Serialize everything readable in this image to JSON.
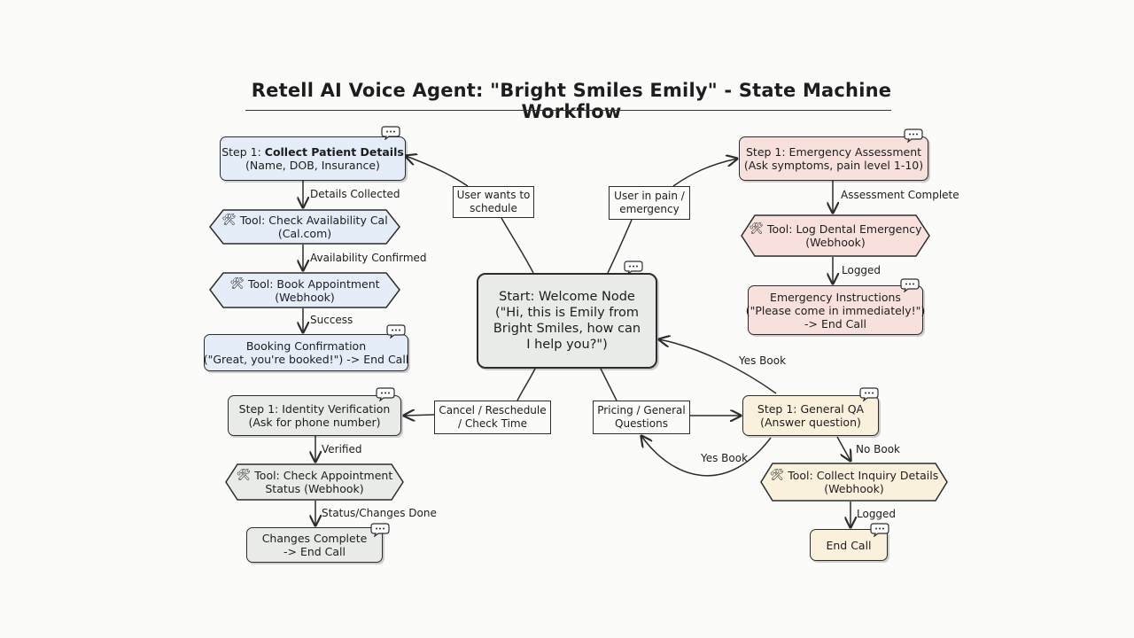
{
  "title": "Retell AI Voice Agent: \"Bright Smiles Emily\" - State Machine Workflow",
  "nodes": {
    "start": {
      "lines": [
        "Start: Welcome Node",
        "(\"Hi, this is Emily from",
        "Bright Smiles, how can",
        "I help you?\")"
      ]
    },
    "collect_patient": {
      "prefix": "Step 1: ",
      "bold": "Collect Patient Details",
      "line2": "(Name, DOB, Insurance)"
    },
    "check_availability": {
      "line1": "Tool: Check Availability Cal",
      "line2": "(Cal.com)"
    },
    "book_appointment": {
      "line1": "Tool: Book Appointment",
      "line2": "(Webhook)"
    },
    "booking_confirmation": {
      "line1": "Booking Confirmation",
      "line2": "(\"Great, you're booked!\") -> End Call"
    },
    "identity_verification": {
      "line1": "Step 1: Identity Verification",
      "line2": "(Ask for phone number)"
    },
    "check_appointment_status": {
      "line1": "Tool: Check Appointment",
      "line2": "Status (Webhook)"
    },
    "changes_complete": {
      "line1": "Changes Complete",
      "line2": "-> End Call"
    },
    "emergency_assessment": {
      "line1": "Step 1: Emergency Assessment",
      "line2": "(Ask symptoms, pain level 1-10)"
    },
    "log_emergency": {
      "line1": "Tool: Log Dental Emergency",
      "line2": "(Webhook)"
    },
    "emergency_instructions": {
      "line1": "Emergency Instructions",
      "line2": "(\"Please come in immediately!\")",
      "line3": "-> End Call"
    },
    "general_qa": {
      "line1": "Step 1: General QA",
      "line2": "(Answer question)"
    },
    "collect_inquiry": {
      "line1": "Tool: Collect Inquiry Details",
      "line2": "(Webhook)"
    },
    "end_call": {
      "line1": "End Call"
    }
  },
  "branch_labels": {
    "schedule": [
      "User wants to",
      "schedule"
    ],
    "emergency": [
      "User in pain /",
      "emergency"
    ],
    "cancel": [
      "Cancel / Reschedule",
      "/ Check Time"
    ],
    "pricing": [
      "Pricing / General",
      "Questions"
    ]
  },
  "edge_labels": {
    "details_collected": "Details Collected",
    "availability_confirmed": "Availability Confirmed",
    "success": "Success",
    "verified": "Verified",
    "status_changes_done": "Status/Changes Done",
    "assessment_complete": "Assessment Complete",
    "logged_emergency": "Logged",
    "yes_book_upper": "Yes Book",
    "yes_book_lower": "Yes Book",
    "no_book": "No Book",
    "logged_inquiry": "Logged"
  },
  "icons": {
    "tool": "hammer-wrench-icon",
    "chat": "speech-bubble-icon"
  },
  "colors": {
    "blue": "#e4edf8",
    "red": "#f8e1dc",
    "gray": "#e8ebe7",
    "yellow": "#faf1dc",
    "stroke": "#2c2c2c"
  }
}
